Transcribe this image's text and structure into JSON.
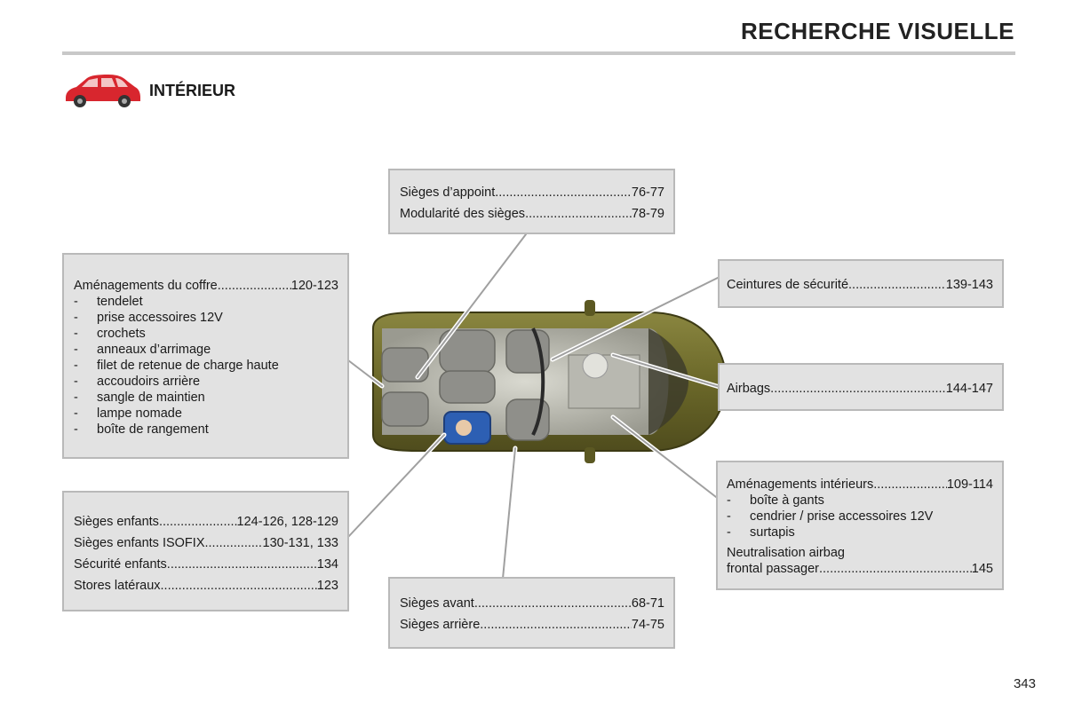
{
  "header": {
    "title": "RECHERCHE VISUELLE"
  },
  "section": {
    "title": "INTÉRIEUR",
    "icon": "red-car-icon"
  },
  "boxes": {
    "appoint": {
      "rows": [
        {
          "label": "Sièges d’appoint",
          "pages": "76-77"
        },
        {
          "label": "Modularité des sièges",
          "pages": "78-79"
        }
      ]
    },
    "coffre": {
      "heading": {
        "label": "Aménagements du coffre ",
        "pages": "120-123"
      },
      "items": [
        "tendelet",
        "prise accessoires 12V",
        "crochets",
        "anneaux d’arrimage",
        "filet de retenue de charge haute",
        "accoudoirs arrière",
        "sangle de maintien",
        "lampe nomade",
        "boîte de rangement"
      ]
    },
    "ceintures": {
      "rows": [
        {
          "label": "Ceintures de sécurité",
          "pages": "139-143"
        }
      ]
    },
    "airbags": {
      "rows": [
        {
          "label": "Airbags ",
          "pages": "144-147"
        }
      ]
    },
    "enfants": {
      "rows": [
        {
          "label": "Sièges enfants",
          "pages": " 124-126, 128-129"
        },
        {
          "label": "Sièges enfants ISOFIX",
          "pages": "130-131, 133"
        },
        {
          "label": "Sécurité enfants",
          "pages": "134"
        },
        {
          "label": "Stores latéraux ",
          "pages": "123"
        }
      ]
    },
    "amenagements": {
      "heading": {
        "label": "Aménagements intérieurs",
        "pages": "109-114"
      },
      "items": [
        "boîte à gants",
        "cendrier / prise accessoires 12V",
        "surtapis"
      ],
      "neutral_line1": "Neutralisation airbag",
      "neutral_line2": {
        "label": "frontal passager",
        "pages": "145"
      }
    },
    "sieges": {
      "rows": [
        {
          "label": "Sièges avant",
          "pages": "68-71"
        },
        {
          "label": "Sièges arrière ",
          "pages": "74-75"
        }
      ]
    }
  },
  "page_number": "343",
  "colors": {
    "box_bg": "#e2e2e2",
    "box_border": "#b9b9b9",
    "rule": "#c8c8c8",
    "car_body": "#6e6a2c",
    "icon_red": "#d8262e"
  }
}
